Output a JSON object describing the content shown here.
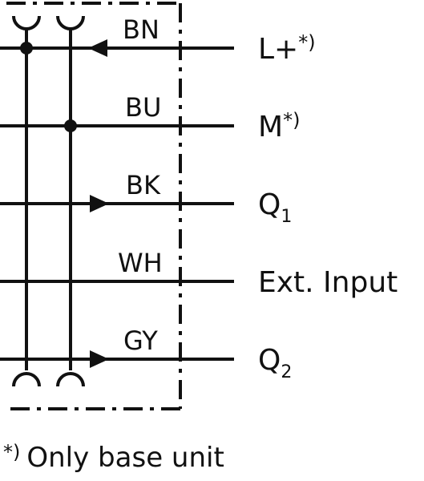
{
  "wires": [
    {
      "code": "BN",
      "terminal": "L+",
      "terminal_mark": "*)",
      "direction": "in",
      "dot_at_bus": 1
    },
    {
      "code": "BU",
      "terminal": "M",
      "terminal_mark": "*)",
      "direction": "none",
      "dot_at_bus": 2
    },
    {
      "code": "BK",
      "terminal": "Q",
      "terminal_sub": "1",
      "direction": "out"
    },
    {
      "code": "WH",
      "terminal": "Ext. Input",
      "direction": "none"
    },
    {
      "code": "GY",
      "terminal": "Q",
      "terminal_sub": "2",
      "direction": "out"
    }
  ],
  "footnote": {
    "mark": "*)",
    "text": "Only base unit"
  },
  "colors": {
    "ink": "#111111",
    "background": "#ffffff"
  }
}
